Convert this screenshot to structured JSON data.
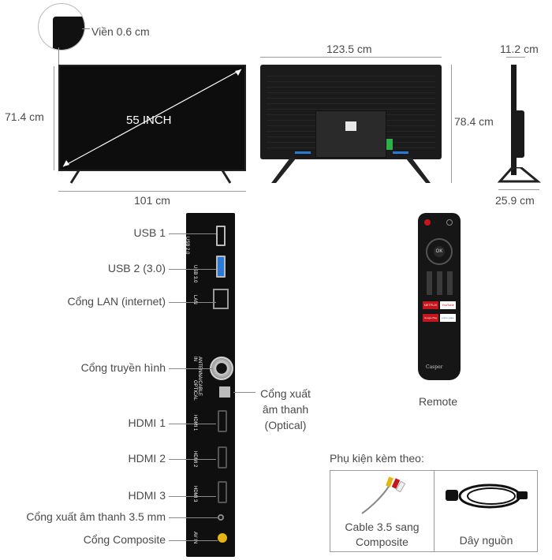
{
  "top": {
    "bezel_label": "Viền 0.6 cm",
    "screen_label": "55 INCH",
    "front_height": "71.4 cm",
    "front_width": "101 cm",
    "back_width": "123.5 cm",
    "back_height": "78.4 cm",
    "side_depth": "11.2 cm",
    "stand_depth": "25.9 cm"
  },
  "ports": [
    {
      "label": "USB 1",
      "panel_text": "USB 2.0"
    },
    {
      "label": "USB 2 (3.0)",
      "panel_text": "USB 3.0"
    },
    {
      "label": "Cổng LAN (internet)",
      "panel_text": "LAN"
    },
    {
      "label": "Cổng truyền hình",
      "panel_text": "ANTENNA/CABLE IN"
    },
    {
      "label": "HDMI 1",
      "panel_text": "HDMI 1"
    },
    {
      "label": "HDMI 2",
      "panel_text": "HDMI 2"
    },
    {
      "label": "HDMI 3",
      "panel_text": "HDMI 3"
    },
    {
      "label": "Cổng xuất âm thanh 3.5 mm",
      "panel_text": ""
    },
    {
      "label": "Cổng Composite",
      "panel_text": "AV IN"
    }
  ],
  "optical": {
    "label_line1": "Cổng xuất",
    "label_line2": "âm thanh",
    "label_line3": "(Optical)",
    "panel_text": "OPTICAL"
  },
  "remote": {
    "label": "Remote",
    "brand": "Casper",
    "netflix": "NETFLIX",
    "youtube": "YouTube",
    "googleplay": "Google Play",
    "primevideo": "prime video",
    "ok": "OK"
  },
  "accessories": {
    "title": "Phụ kiện kèm theo:",
    "cable_line1": "Cable 3.5 sang",
    "cable_line2": "Composite",
    "power_label": "Dây nguồn"
  },
  "colors": {
    "tv": "#111111",
    "netflix": "#c4161c",
    "accent": "#9a9a9a"
  }
}
